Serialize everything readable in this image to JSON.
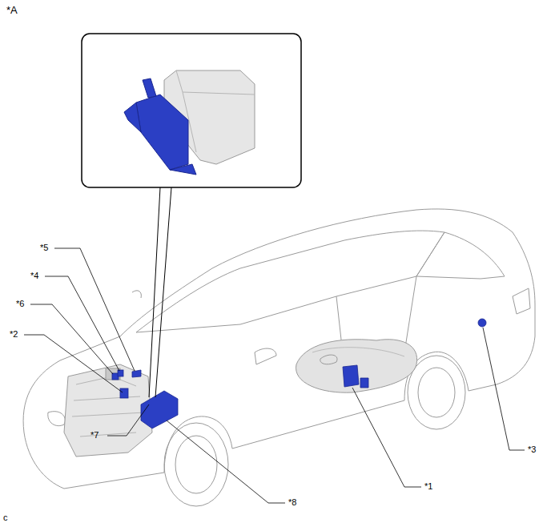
{
  "diagram": {
    "labels": [
      "*A",
      "*7",
      "*5",
      "*4",
      "*6",
      "*2",
      "*3",
      "*1",
      "*8",
      "c"
    ]
  }
}
